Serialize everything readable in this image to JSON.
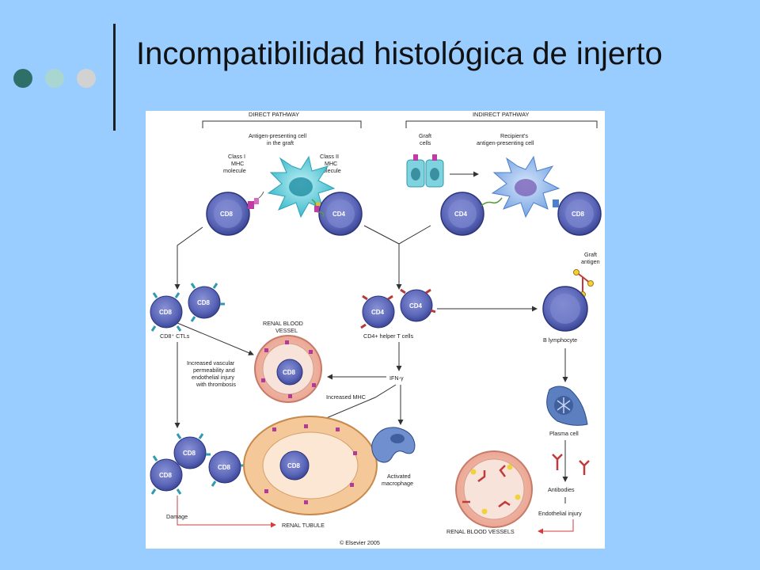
{
  "slide": {
    "title": "Incompatibilidad histológica de injerto",
    "colors": {
      "background": "#99ccff",
      "dot_dark": "#2f6f6a",
      "dot_mid": "#a9d6d0",
      "dot_light": "#d2d2d2"
    }
  },
  "figure": {
    "direct_pathway": "DIRECT PATHWAY",
    "indirect_pathway": "INDIRECT PATHWAY",
    "apc_graft_1": "Antigen-presenting cell",
    "apc_graft_2": "in the graft",
    "class1_1": "Class I",
    "class1_2": "MHC",
    "class1_3": "molecule",
    "class2_1": "Class II",
    "class2_2": "MHC",
    "class2_3": "molecule",
    "graft_cells_1": "Graft",
    "graft_cells_2": "cells",
    "recipient_apc_1": "Recipient's",
    "recipient_apc_2": "antigen-presenting cell",
    "cd8": "CD8",
    "cd4": "CD4",
    "graft_antigen_1": "Graft",
    "graft_antigen_2": "antigen",
    "renal_vessel_1": "RENAL BLOOD",
    "renal_vessel_2": "VESSEL",
    "cd8_ctls": "CD8⁺ CTLs",
    "cd4_helper": "CD4+ helper T cells",
    "b_lymphocyte": "B lymphocyte",
    "perm_1": "Increased vascular",
    "perm_2": "permeability and",
    "perm_3": "endothelial injury",
    "perm_4": "with thrombosis",
    "ifn": "IFN-γ",
    "increased_mhc": "Increased MHC",
    "plasma_cell": "Plasma cell",
    "activated_mac_1": "Activated",
    "activated_mac_2": "macrophage",
    "antibodies": "Antibodies",
    "damage": "Damage",
    "renal_tubule": "RENAL TUBULE",
    "endothelial_injury": "Endothelial injury",
    "renal_vessels": "RENAL BLOOD VESSELS",
    "copyright": "© Elsevier 2005"
  }
}
